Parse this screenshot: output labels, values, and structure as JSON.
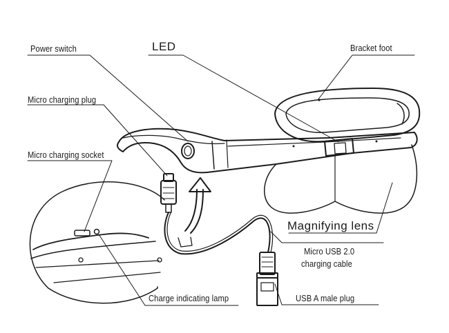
{
  "labels": {
    "power_switch": "Power switch",
    "led": "LED",
    "bracket_foot": "Bracket foot",
    "micro_charging_plug": "Micro charging plug",
    "micro_charging_socket": "Micro charging socket",
    "magnifying_lens": "Magnifying lens",
    "micro_usb_line1": "Micro USB 2.0",
    "micro_usb_line2": "charging cable",
    "charge_indicating_lamp": "Charge indicating lamp",
    "usb_a_male_plug": "USB A male plug"
  },
  "colors": {
    "line": "#1a1a1a",
    "background": "#ffffff"
  }
}
